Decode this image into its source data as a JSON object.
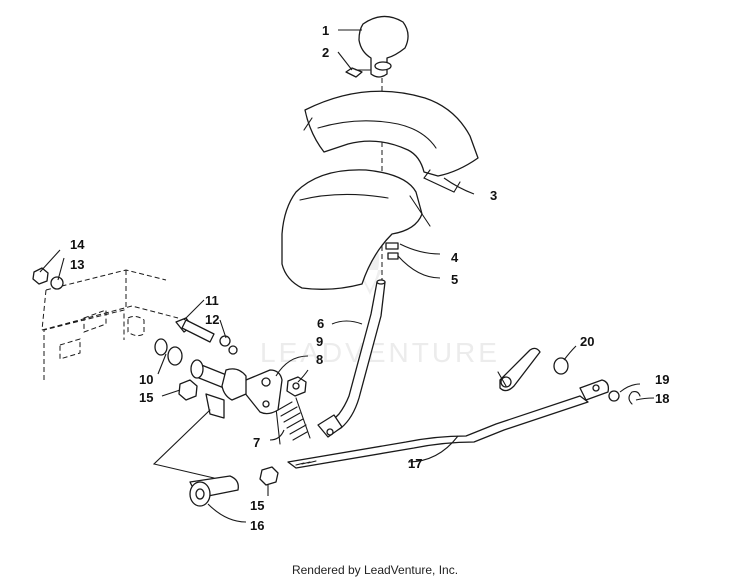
{
  "callouts": {
    "n1": "1",
    "n2": "2",
    "n3": "3",
    "n4": "4",
    "n5": "5",
    "n6": "6",
    "n7": "7",
    "n8": "8",
    "n9": "9",
    "n10": "10",
    "n11": "11",
    "n12": "12",
    "n13": "13",
    "n14": "14",
    "n15a": "15",
    "n15b": "15",
    "n16": "16",
    "n17": "17",
    "n18": "18",
    "n19": "19",
    "n20": "20"
  },
  "watermark": "LEADVENTURE",
  "footer": "Rendered by LeadVenture, Inc."
}
